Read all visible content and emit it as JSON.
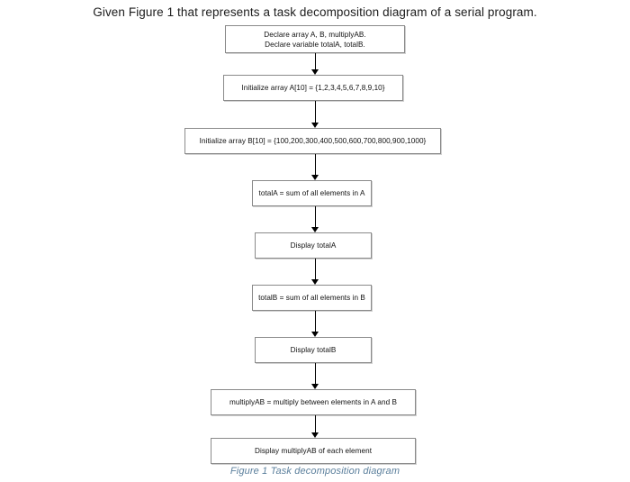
{
  "page": {
    "background_color": "#ffffff",
    "intro_text": "Given Figure 1 that represents a task decomposition diagram of a serial program.",
    "caption": "Figure 1 Task decomposition diagram",
    "caption_color": "#5b7f9c",
    "node_border_color": "#8a8a8a",
    "arrow_color": "#000000"
  },
  "diagram": {
    "type": "flowchart",
    "orientation": "vertical",
    "nodes": [
      {
        "id": "declare",
        "label": "Declare array A, B, multiplyAB.\nDeclare variable totalA, totalB."
      },
      {
        "id": "init-a",
        "label": "Initialize array A[10] = {1,2,3,4,5,6,7,8,9,10}"
      },
      {
        "id": "init-b",
        "label": "Initialize array B[10] = {100,200,300,400,500,600,700,800,900,1000}"
      },
      {
        "id": "total-a",
        "label": "totalA = sum of all elements in A"
      },
      {
        "id": "display-a",
        "label": "Display totalA"
      },
      {
        "id": "total-b",
        "label": "totalB = sum of all elements in B"
      },
      {
        "id": "display-b",
        "label": "Display totalB"
      },
      {
        "id": "multiply",
        "label": "multiplyAB = multiply between elements in A and B"
      },
      {
        "id": "display-mult",
        "label": "Display multiplyAB of each element"
      }
    ],
    "edges": [
      {
        "from": "declare",
        "to": "init-a"
      },
      {
        "from": "init-a",
        "to": "init-b"
      },
      {
        "from": "init-b",
        "to": "total-a"
      },
      {
        "from": "total-a",
        "to": "display-a"
      },
      {
        "from": "display-a",
        "to": "total-b"
      },
      {
        "from": "total-b",
        "to": "display-b"
      },
      {
        "from": "display-b",
        "to": "multiply"
      },
      {
        "from": "multiply",
        "to": "display-mult"
      }
    ]
  }
}
